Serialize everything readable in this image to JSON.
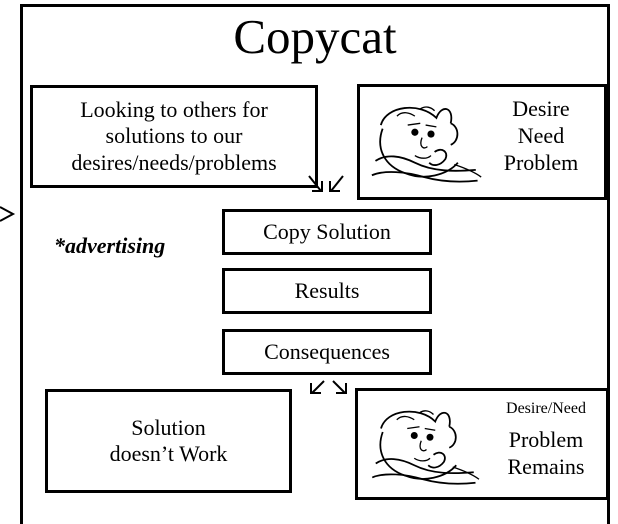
{
  "title": "Copycat",
  "boxes": {
    "looking": "Looking to others for\nsolutions to our\ndesires/needs/problems",
    "desire_top": "Desire\nNeed\nProblem",
    "copy_solution": "Copy Solution",
    "results": "Results",
    "consequences": "Consequences",
    "solution_fail": "Solution\ndoesn’t Work",
    "desire_bottom_small": "Desire/Need",
    "desire_bottom_main": "Problem\nRemains"
  },
  "side_note": "*advertising",
  "icons": {
    "thinking_face": "thinking-person-icon",
    "arrows": [
      "down-right-arrow-icon",
      "down-left-arrow-icon"
    ]
  }
}
